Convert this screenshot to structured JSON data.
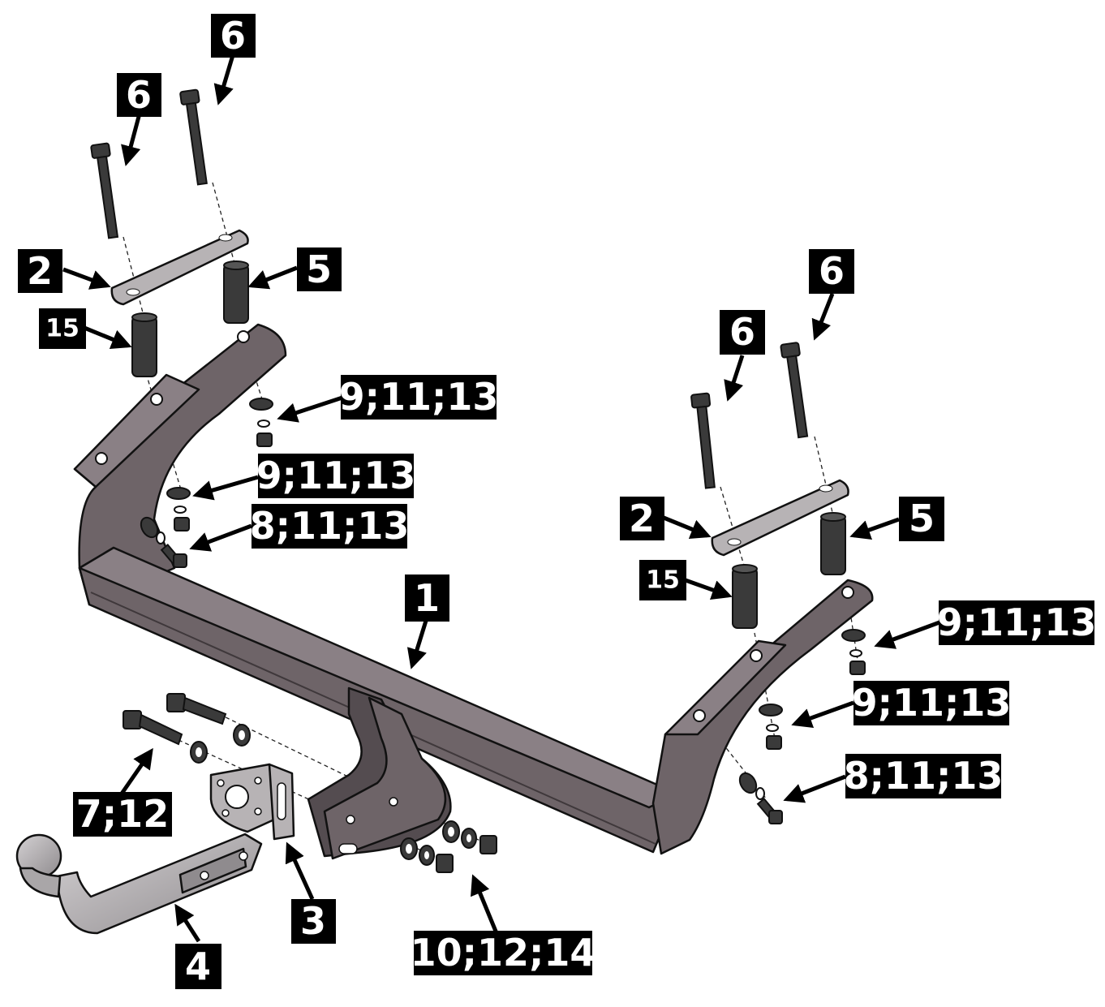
{
  "callouts": {
    "frame": "1",
    "side_plate_left": "2",
    "side_plate_right": "2",
    "ball_plate": "3",
    "ball_bar": "4",
    "spacer_left": "5",
    "spacer_right": "5",
    "bolt_left_a": "6",
    "bolt_left_b": "6",
    "bolt_right_a": "6",
    "bolt_right_b": "6",
    "bolt_ball": "7;12",
    "bolt_lower_left": "8;11;13",
    "bolt_lower_right": "8;11;13",
    "nut_upper_left": "9;11;13",
    "nut_mid_left": "9;11;13",
    "nut_upper_right": "9;11;13",
    "nut_mid_right": "9;11;13",
    "nut_ball": "10;12;14",
    "sleeve_left": "15",
    "sleeve_right": "15"
  },
  "colors": {
    "label_bg": "#000000",
    "label_text": "#ffffff",
    "frame_steel": "#6e6468",
    "plate": "#b7b3b5",
    "ball_bar": "#a9a6a8"
  }
}
